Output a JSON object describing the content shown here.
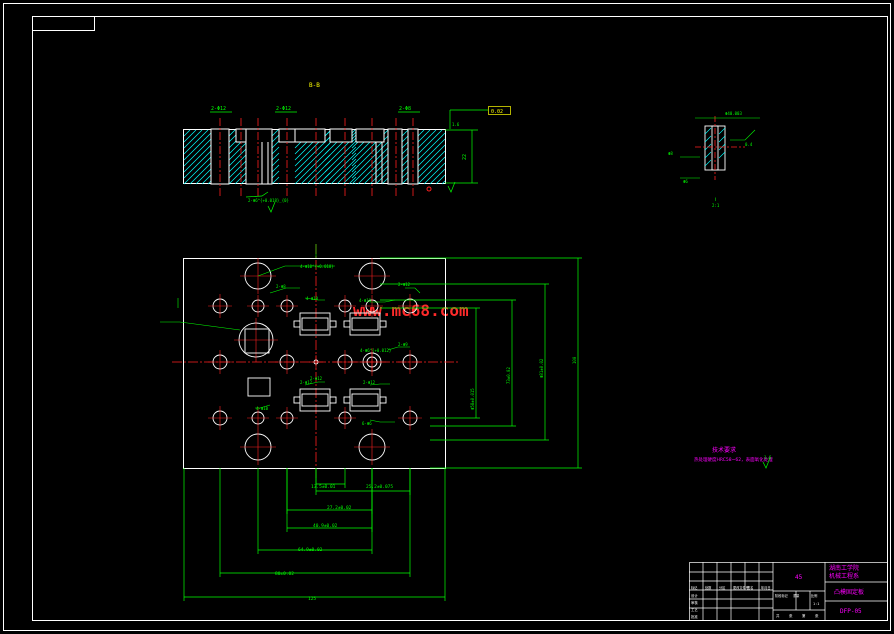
{
  "colors": {
    "background": "#000000",
    "outline": "#ffffff",
    "center": "#ff2020",
    "dim": "#00ff00",
    "hatch": "#00ffff",
    "note": "#ff00ff",
    "leader": "#ffff00",
    "watermark": "#ff2a2a",
    "titleblock": "#ffffff"
  },
  "watermark": "www.mc68.com",
  "section": {
    "label": "B-B",
    "top_callouts": [
      "2-Φ12",
      "2-Φ12",
      "2-Φ8"
    ],
    "thickness": "22",
    "roughness": "1.6",
    "hole_note": "2-Φ6^{+0.018}_{0}",
    "flatness_box": "0.02"
  },
  "detail": {
    "label": "Ⅰ",
    "scale": "2:1",
    "dims": [
      "Φ40.003",
      "Φ8",
      "Φ6",
      "0.4"
    ]
  },
  "plan": {
    "top_notes": [
      "4-Φ10^{+0.018}",
      "2-Φ8",
      "4-Φ10",
      "2-Φ12",
      "4-Φ10",
      "2-Φ12",
      "2-Φ9",
      "4-Φ6^{+0.012}"
    ],
    "bottom_notes": [
      "4-Φ10",
      "2-Φ12",
      "6-Φ6",
      "2-Φ12"
    ],
    "vdims": [
      "Φ58±0.015",
      "73±0.02",
      "Φ81±0.02",
      "100"
    ],
    "hdims": [
      "13.5±0.01",
      "25.2±0.075",
      "27.2±0.02",
      "40.9±0.02",
      "64.9±0.02",
      "80±0.02",
      "125"
    ]
  },
  "tech": {
    "title": "技术要求",
    "text": "热处理硬度HRC58~62，表面氧化处理"
  },
  "tb": {
    "school": "湖南工学院",
    "dept": "机械工程系",
    "title": "凸模固定板",
    "material": "45",
    "code": "DFP-05",
    "scale": "1:1",
    "rows": [
      "标记",
      "处数",
      "分区",
      "更改文件号",
      "签名",
      "年月日"
    ],
    "roles": [
      "设计",
      "审核",
      "工艺",
      "批准"
    ],
    "stage": [
      "阶段标记",
      "重量",
      "比例"
    ],
    "sheet": [
      "共",
      "张",
      "第",
      "张"
    ]
  }
}
